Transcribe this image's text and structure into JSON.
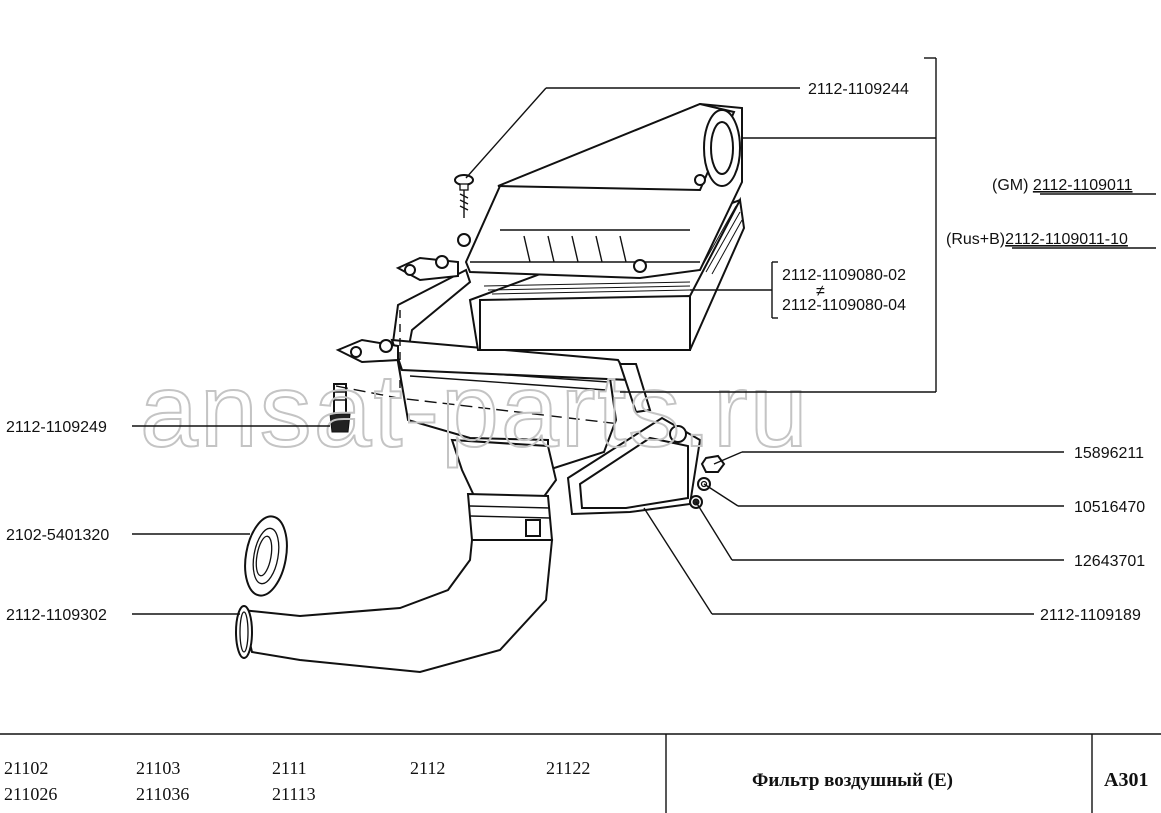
{
  "watermark": "ansat-parts.ru",
  "callouts": {
    "cover": "2112-1109244",
    "assembly_gm_prefix": "(GM) ",
    "assembly_gm": "2112-1109011",
    "assembly_rus_prefix": "(Rus+B)",
    "assembly_rus": "2112-1109011-10",
    "filter_element_a": "2112-1109080-02",
    "filter_element_b": "2112-1109080-04",
    "filter_interchange_symbol": "≠",
    "sensor": "2112-1109249",
    "nut": "15896211",
    "washer": "10516470",
    "grommet": "12643701",
    "bracket": "2112-1109189",
    "ring": "2102-5401320",
    "hose": "2112-1109302"
  },
  "footer": {
    "models_row1": [
      "21102",
      "21103",
      "2111",
      "2112",
      "21122"
    ],
    "models_row2": [
      "211026",
      "211036",
      "21113"
    ],
    "title": "Фильтр воздушный (E)",
    "code": "A301"
  }
}
